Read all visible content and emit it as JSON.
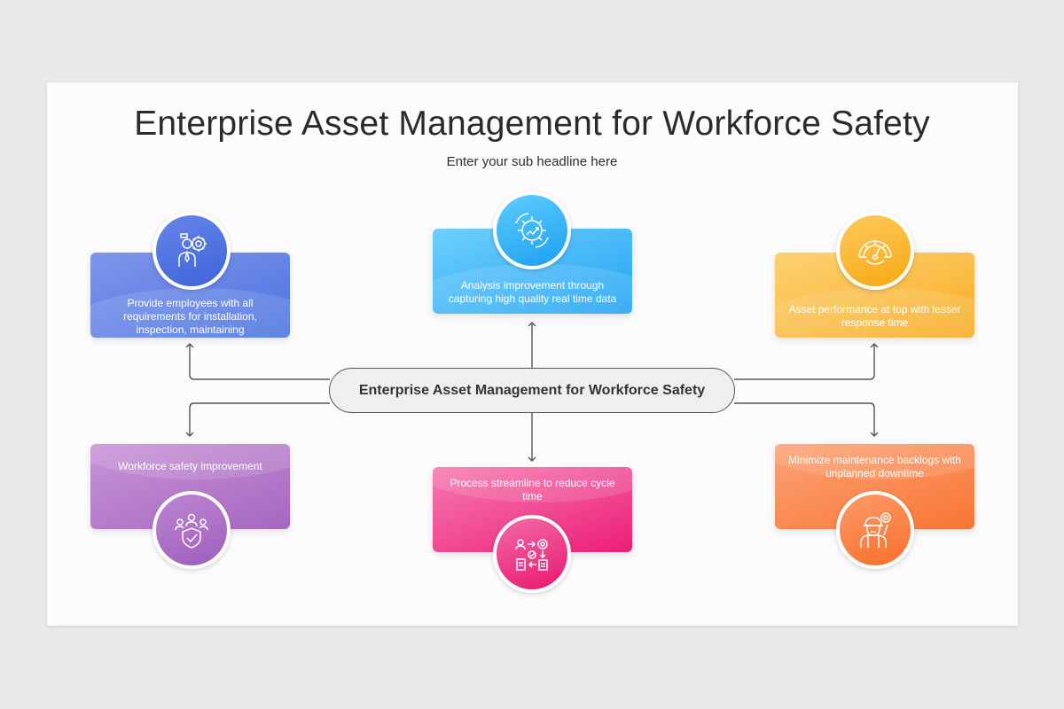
{
  "title": "Enterprise Asset Management for Workforce Safety",
  "subtitle": "Enter your sub headline here",
  "center": {
    "label": "Enterprise Asset Management for Workforce Safety"
  },
  "nodes": [
    {
      "id": "top-left",
      "text": "Provide employees with all requirements for installation, inspection, maintaining",
      "color": "#4b74e0",
      "icon": "engineer-gear-icon"
    },
    {
      "id": "top-center",
      "text": "Analysis improvement through capturing high quality real time data",
      "color": "#21a3f4",
      "icon": "gear-growth-chart-icon"
    },
    {
      "id": "top-right",
      "text": "Asset performance at top with lesser response time",
      "color": "#f8ac22",
      "icon": "gauge-dashboard-icon"
    },
    {
      "id": "bottom-left",
      "text": "Workforce safety improvement",
      "color": "#a567c0",
      "icon": "shield-team-icon"
    },
    {
      "id": "bottom-center",
      "text": "Process streamline to reduce cycle time",
      "color": "#ec1f77",
      "icon": "process-flow-icon"
    },
    {
      "id": "bottom-right",
      "text": "Minimize maintenance backlogs with unplanned downtime",
      "color": "#f87533",
      "icon": "worker-wrench-icon"
    }
  ]
}
